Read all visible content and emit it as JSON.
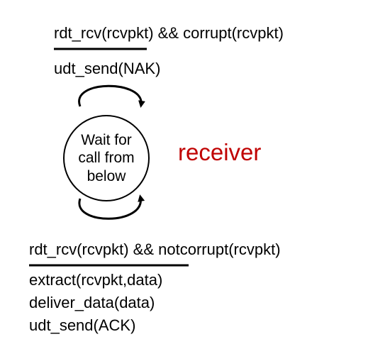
{
  "state": {
    "lines": [
      "Wait for",
      "call from",
      "below"
    ]
  },
  "role_label": "receiver",
  "top_transition": {
    "event": "rdt_rcv(rcvpkt) && corrupt(rcvpkt)",
    "actions": [
      "udt_send(NAK)"
    ]
  },
  "bottom_transition": {
    "event": "rdt_rcv(rcvpkt) &&  notcorrupt(rcvpkt)",
    "actions": [
      "extract(rcvpkt,data)",
      "deliver_data(data)",
      "udt_send(ACK)"
    ]
  },
  "colors": {
    "ink": "#000000",
    "role_label": "#c00000",
    "background": "#ffffff"
  }
}
